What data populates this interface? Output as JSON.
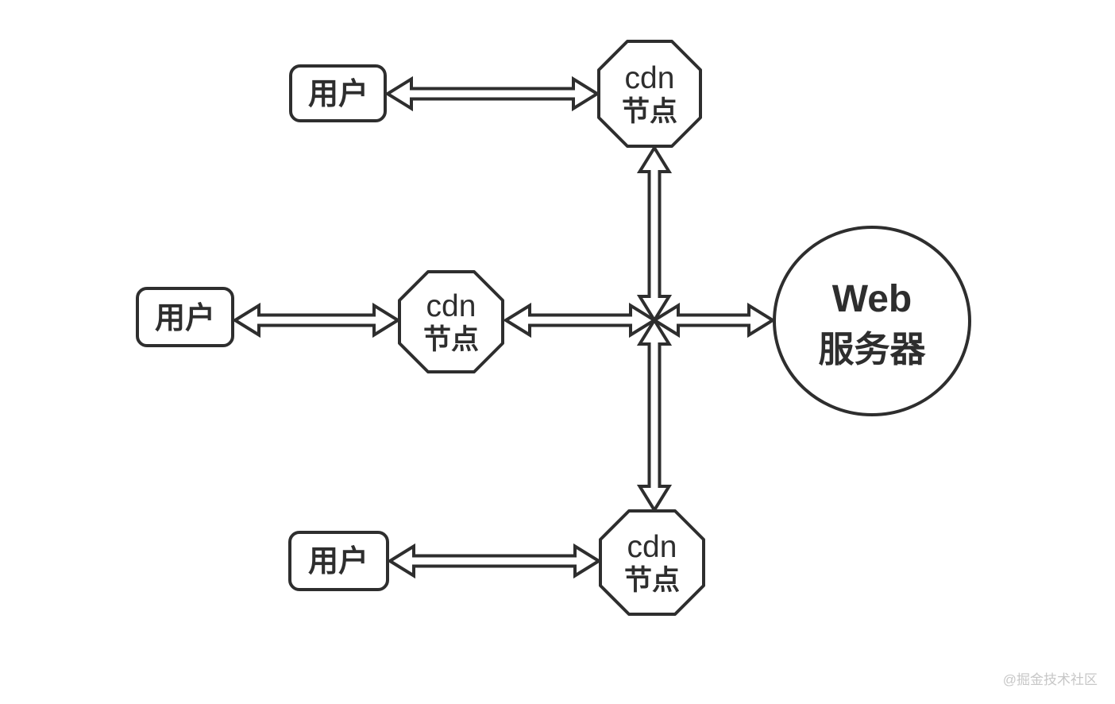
{
  "diagram": {
    "users": [
      {
        "id": "user-top",
        "label": "用户"
      },
      {
        "id": "user-middle",
        "label": "用户"
      },
      {
        "id": "user-bottom",
        "label": "用户"
      }
    ],
    "cdn_nodes": [
      {
        "id": "cdn-top",
        "line1": "cdn",
        "line2": "节点"
      },
      {
        "id": "cdn-middle",
        "line1": "cdn",
        "line2": "节点"
      },
      {
        "id": "cdn-bottom",
        "line1": "cdn",
        "line2": "节点"
      }
    ],
    "web_server": {
      "line1": "Web",
      "line2": "服务器"
    },
    "connections": [
      {
        "from": "user-top",
        "to": "cdn-top",
        "bidirectional": true
      },
      {
        "from": "user-middle",
        "to": "cdn-middle",
        "bidirectional": true
      },
      {
        "from": "user-bottom",
        "to": "cdn-bottom",
        "bidirectional": true
      },
      {
        "from": "cdn-top",
        "to": "center-cross",
        "bidirectional": true
      },
      {
        "from": "cdn-middle",
        "to": "center-cross",
        "bidirectional": true
      },
      {
        "from": "cdn-bottom",
        "to": "center-cross",
        "bidirectional": true
      },
      {
        "from": "center-cross",
        "to": "web-server",
        "bidirectional": true
      }
    ],
    "watermark": "@掘金技术社区",
    "colors": {
      "stroke": "#2e2e2e",
      "background": "#ffffff",
      "watermark": "#c7c7c7"
    }
  }
}
